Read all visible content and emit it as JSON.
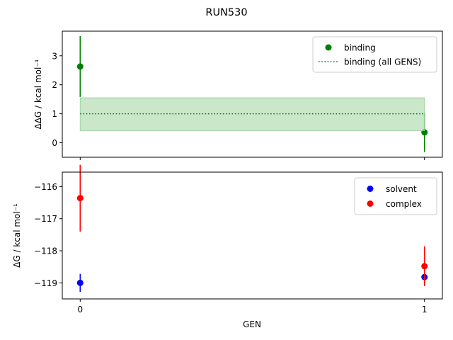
{
  "figure": {
    "title": "RUN530",
    "xlabel": "GEN"
  },
  "chart_data": [
    {
      "type": "scatter",
      "panel": "top",
      "title": "RUN530",
      "xlabel": "",
      "ylabel": "ΔΔG / kcal mol⁻¹",
      "x_ticks": [
        0,
        1
      ],
      "y_ticks": [
        0,
        1,
        2,
        3
      ],
      "xlim": [
        -0.052,
        1.052
      ],
      "ylim": [
        -0.5,
        3.85
      ],
      "grid": false,
      "legend_position": "top-right",
      "series": [
        {
          "name": "binding",
          "kind": "points_with_errorbars",
          "color": "#008000",
          "x": [
            0,
            1
          ],
          "y": [
            2.63,
            0.36
          ],
          "err": [
            1.05,
            0.68
          ]
        },
        {
          "name": "binding (all GENS)",
          "kind": "horizontal_dotted_line_with_band",
          "color": "#008000",
          "band_color": "#9fd39f",
          "x_range": [
            0,
            1
          ],
          "y": 1.0,
          "band": [
            0.42,
            1.55
          ]
        }
      ]
    },
    {
      "type": "scatter",
      "panel": "bottom",
      "xlabel": "GEN",
      "ylabel": "ΔG / kcal mol⁻¹",
      "x_ticks": [
        0,
        1
      ],
      "x_tick_labels": [
        "0",
        "1"
      ],
      "y_ticks": [
        -119,
        -118,
        -117,
        -116
      ],
      "y_tick_labels": [
        "−119",
        "−118",
        "−117",
        "−116"
      ],
      "xlim": [
        -0.052,
        1.052
      ],
      "ylim": [
        -119.5,
        -115.55
      ],
      "grid": false,
      "legend_position": "top-right",
      "series": [
        {
          "name": "solvent",
          "kind": "points_with_errorbars",
          "color": "#0000ff",
          "x": [
            0,
            1
          ],
          "y": [
            -119.0,
            -118.82
          ],
          "err": [
            0.28,
            0.1
          ]
        },
        {
          "name": "complex",
          "kind": "points_with_errorbars",
          "color": "#ff0000",
          "x": [
            0,
            1
          ],
          "y": [
            -116.36,
            -118.48
          ],
          "err": [
            1.04,
            0.62
          ]
        }
      ]
    }
  ]
}
